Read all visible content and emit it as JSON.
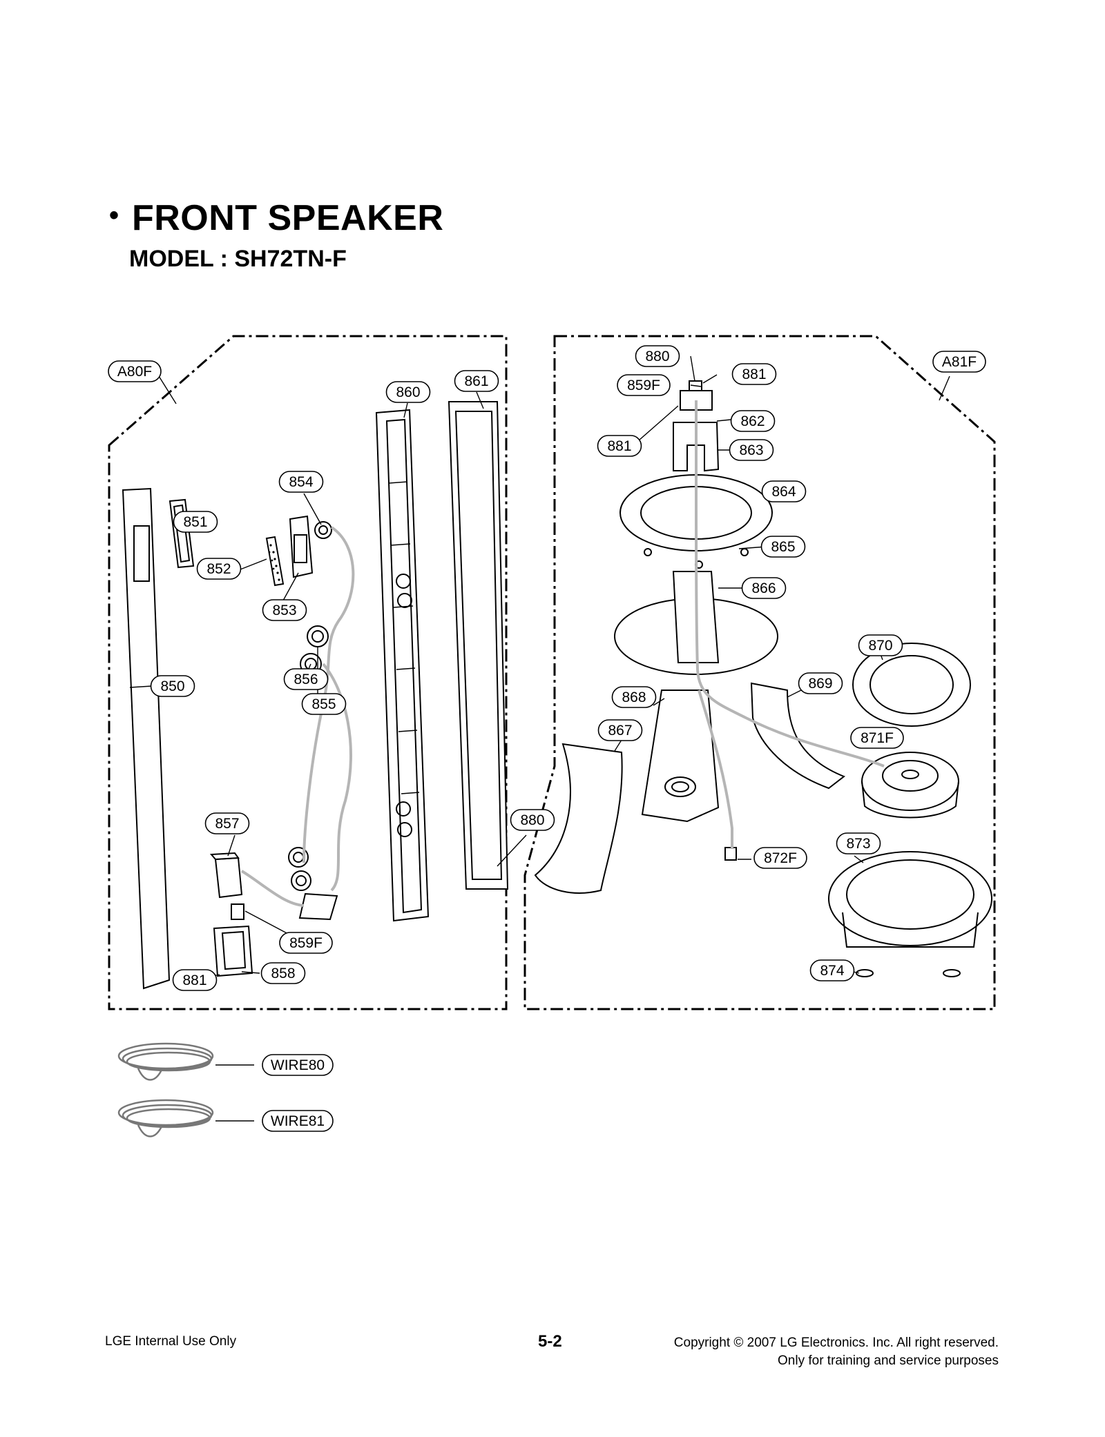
{
  "header": {
    "bullet": "•",
    "title": "FRONT SPEAKER",
    "model": "MODEL : SH72TN-F"
  },
  "diagram": {
    "assemblies": {
      "left": "A80F",
      "right": "A81F"
    },
    "left_parts": [
      "850",
      "851",
      "852",
      "853",
      "854",
      "855",
      "856",
      "857",
      "858",
      "859F",
      "860",
      "861",
      "881"
    ],
    "right_parts": [
      "880",
      "859F",
      "881",
      "862",
      "881",
      "863",
      "864",
      "865",
      "866",
      "870",
      "869",
      "868",
      "867",
      "871F",
      "880",
      "873",
      "872F",
      "874"
    ],
    "wires": [
      "WIRE80",
      "WIRE81"
    ]
  },
  "footer": {
    "left": "LGE Internal Use Only",
    "center": "5-2",
    "right_line1": "Copyright © 2007 LG Electronics. Inc. All right reserved.",
    "right_line2": "Only for training and service purposes"
  }
}
